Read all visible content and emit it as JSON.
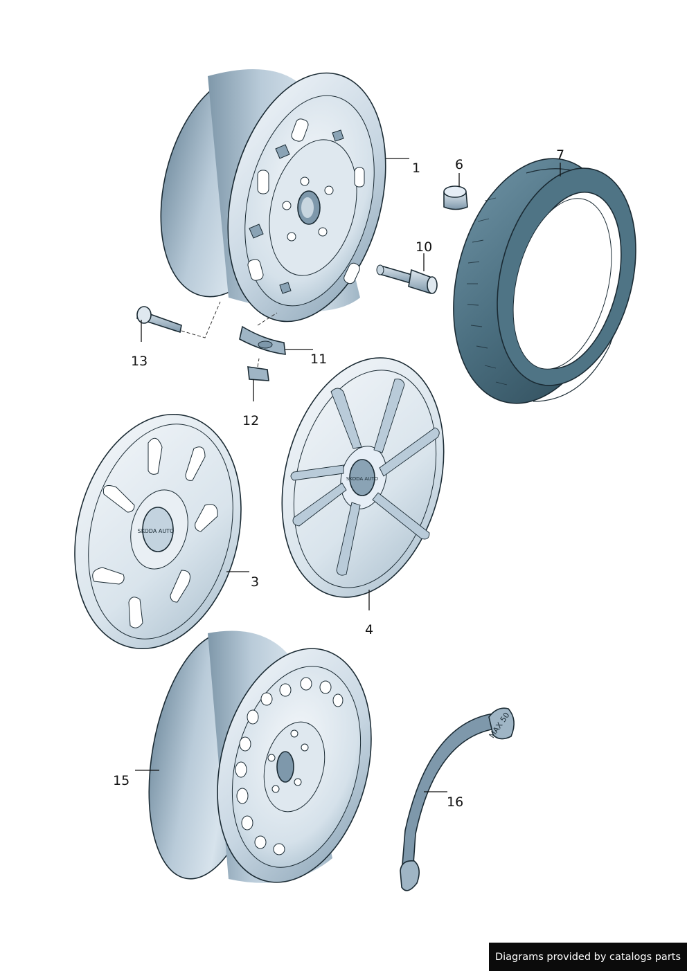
{
  "callouts": {
    "c1": "1",
    "c3": "3",
    "c4": "4",
    "c6": "6",
    "c7": "7",
    "c10": "10",
    "c11": "11",
    "c12": "12",
    "c13": "13",
    "c15": "15",
    "c16": "16"
  },
  "parts": {
    "hubcap_emblem": "SKODA AUTO",
    "gauge_text": "MAX 50"
  },
  "footer": {
    "credit": "Diagrams provided by catalogs parts"
  },
  "colors": {
    "rim_light": "#e6eef6",
    "rim_mid": "#b9cbd9",
    "rim_dark": "#7e98ab",
    "tyre_dark": "#3d5f70",
    "tyre_mid": "#587e91",
    "outline": "#1a2a33"
  }
}
